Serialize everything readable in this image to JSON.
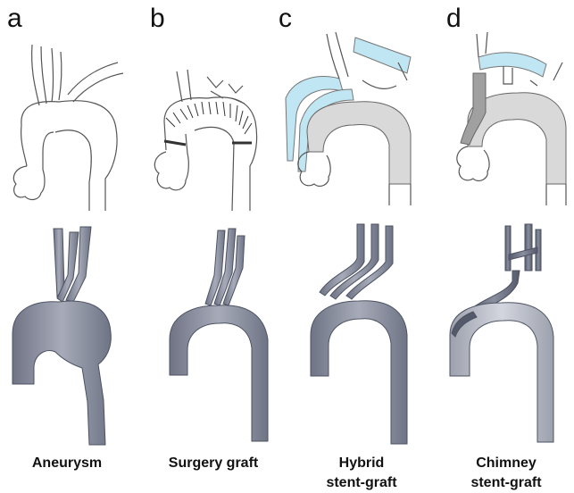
{
  "panels": [
    {
      "letter": "a",
      "caption_lines": [
        "Aneurysm"
      ]
    },
    {
      "letter": "b",
      "caption_lines": [
        "Surgery graft"
      ]
    },
    {
      "letter": "c",
      "caption_lines": [
        "Hybrid",
        "stent-graft"
      ]
    },
    {
      "letter": "d",
      "caption_lines": [
        "Chimney",
        "stent-graft"
      ]
    }
  ],
  "colors": {
    "sketch_line": "#555555",
    "stent_blue": "#bfe6f2",
    "graft_gray": "#d9d9d9",
    "model_fill": "#8a8fa0",
    "model_dark": "#5d6272",
    "model_light": "#b9bdc9"
  }
}
